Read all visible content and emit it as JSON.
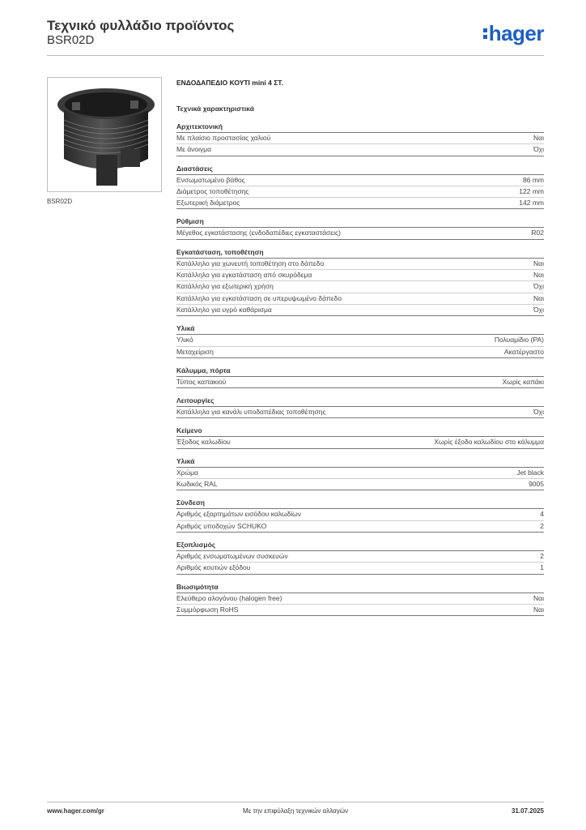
{
  "header": {
    "title": "Τεχνικό φυλλάδιο προϊόντος",
    "subtitle": "BSR02D",
    "logo_text": "hager",
    "brand_color": "#1d5fbf"
  },
  "image": {
    "caption": "BSR02D"
  },
  "product": {
    "name": "ΕΝΔΟΔΑΠΕΔΙΟ ΚΟΥΤΙ mini 4 ΣΤ.",
    "tech_heading": "Τεχνικά χαρακτηριστικά"
  },
  "sections": [
    {
      "title": "Αρχιτεκτονική",
      "rows": [
        {
          "label": "Με πλαίσιο προστασίας χαλιού",
          "value": "Ναι"
        },
        {
          "label": "Με άνοιγμα",
          "value": "Όχι"
        }
      ]
    },
    {
      "title": "Διαστάσεις",
      "rows": [
        {
          "label": "Ενσωματωμένο βάθος",
          "value": "86 mm"
        },
        {
          "label": "Διάμετρος τοποθέτησης",
          "value": "122 mm"
        },
        {
          "label": "Εξωτερική διάμετρος",
          "value": "142 mm"
        }
      ]
    },
    {
      "title": "Ρύθμιση",
      "rows": [
        {
          "label": "Μέγεθος εγκατάστασης (ενδοδαπέδιες εγκαταστάσεις)",
          "value": "R02"
        }
      ]
    },
    {
      "title": "Εγκατάσταση, τοποθέτηση",
      "rows": [
        {
          "label": "Κατάλληλο για χωνευτή τοποθέτηση στο δάπεδο",
          "value": "Ναι"
        },
        {
          "label": "Κατάλληλο για εγκατάσταση από σκυρόδεμα",
          "value": "Ναι"
        },
        {
          "label": "Κατάλληλο για εξωτερική χρήση",
          "value": "Όχι"
        },
        {
          "label": "Κατάλληλο για εγκατάσταση σε υπερυψωμένο δάπεδο",
          "value": "Ναι"
        },
        {
          "label": "Κατάλληλο για υγρό καθάρισμα",
          "value": "Όχι"
        }
      ]
    },
    {
      "title": "Υλικά",
      "rows": [
        {
          "label": "Υλικό",
          "value": "Πολυαμίδιο (PA)"
        },
        {
          "label": "Μεταχείριση",
          "value": "Ακατέργαστο"
        }
      ]
    },
    {
      "title": "Κάλυμμα, πόρτα",
      "rows": [
        {
          "label": "Τύπος καπακιού",
          "value": "Χωρίς καπάκι"
        }
      ]
    },
    {
      "title": "Λειτουργίες",
      "rows": [
        {
          "label": "Κατάλληλο για κανάλι υποδαπέδιας τοποθέτησης",
          "value": "Όχι"
        }
      ]
    },
    {
      "title": "Κείμενο",
      "rows": [
        {
          "label": "Έξοδος καλωδίου",
          "value": "Χωρίς έξοδο καλωδίου στο κάλυμμα"
        }
      ]
    },
    {
      "title": "Υλικά",
      "rows": [
        {
          "label": "Χρώμα",
          "value": "Jet black"
        },
        {
          "label": "Κωδικός RAL",
          "value": "9005"
        }
      ]
    },
    {
      "title": "Σύνδεση",
      "rows": [
        {
          "label": "Αριθμός εξαρτημάτων εισόδου καλωδίων",
          "value": "4"
        },
        {
          "label": "Αριθμός υποδοχών SCHUKO",
          "value": "2"
        }
      ]
    },
    {
      "title": "Εξοπλισμός",
      "rows": [
        {
          "label": "Αριθμός ενσωματωμένων συσκευών",
          "value": "2"
        },
        {
          "label": "Αριθμός κουτιών εξόδου",
          "value": "1"
        }
      ]
    },
    {
      "title": "Βιωσιμότητα",
      "rows": [
        {
          "label": "Ελεύθερο αλογόνου (halogen free)",
          "value": "Ναι"
        },
        {
          "label": "Συμμόρφωση RoHS",
          "value": "Ναι"
        }
      ]
    }
  ],
  "footer": {
    "url": "www.hager.com/gr",
    "note": "Με την επιφύλαξη τεχνικών αλλαγών",
    "date": "31.07.2025"
  }
}
